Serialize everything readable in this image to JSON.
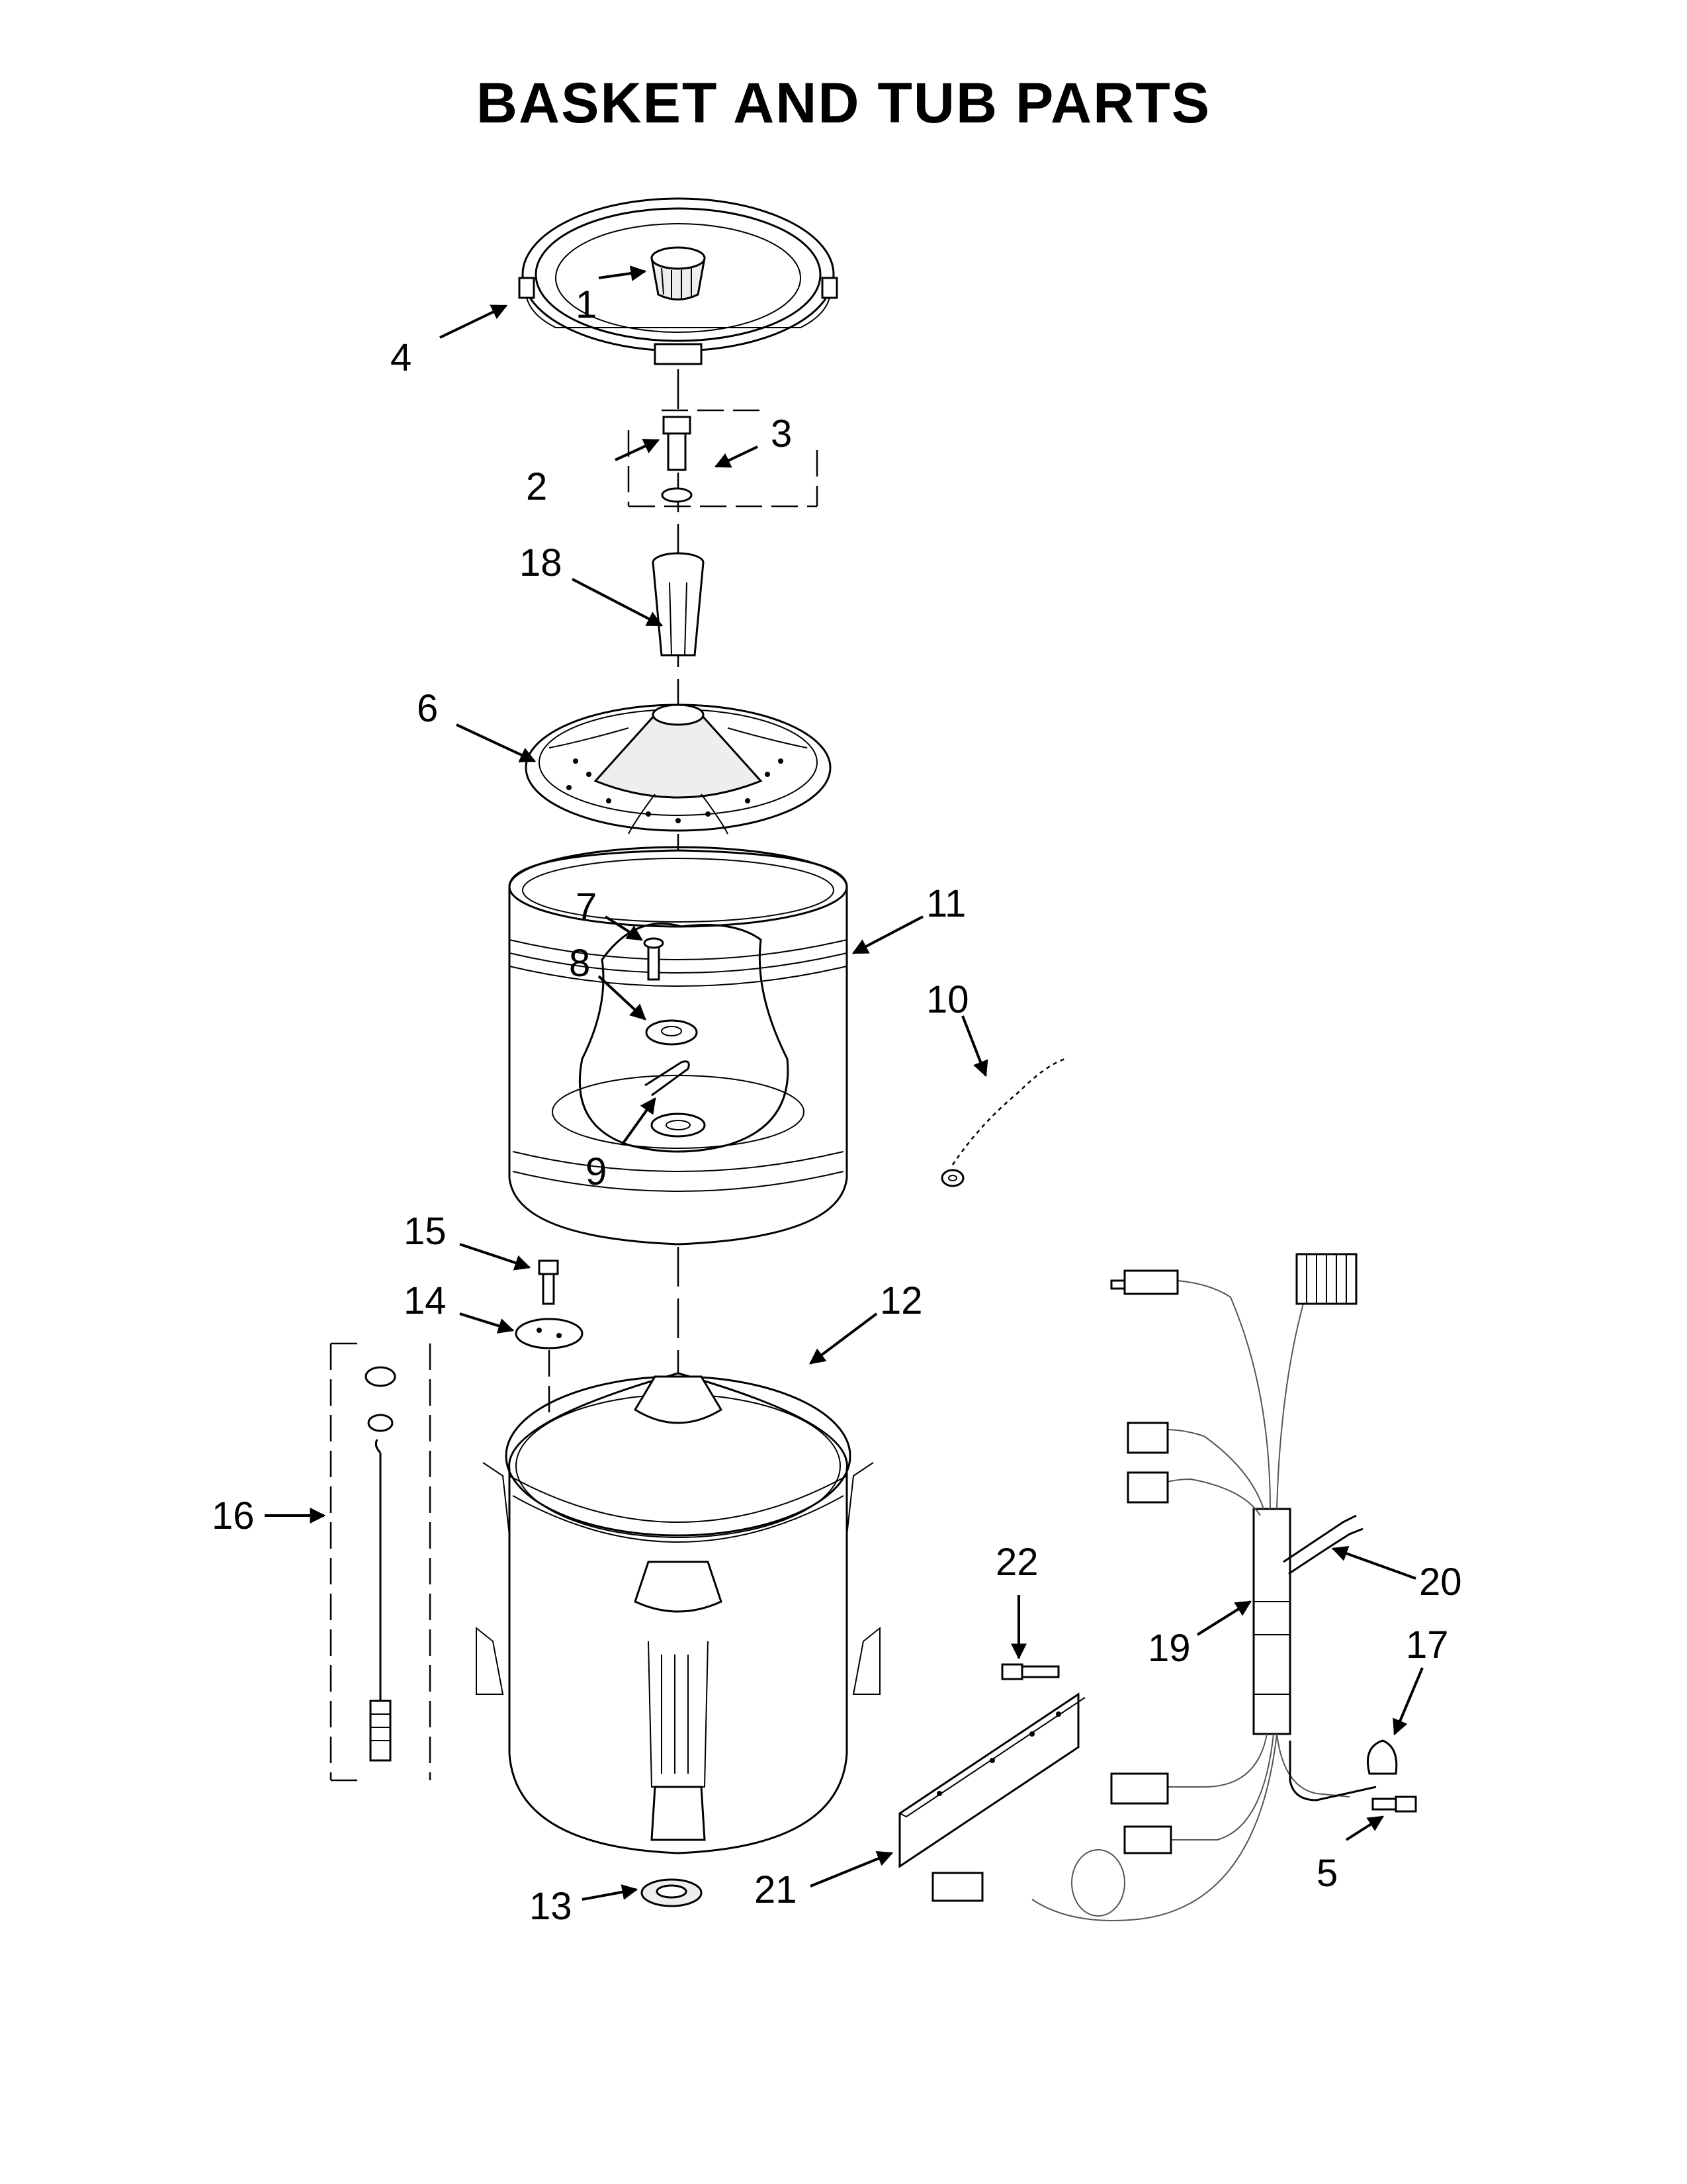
{
  "title": "BASKET AND TUB PARTS",
  "callouts": {
    "c1": "1",
    "c2": "2",
    "c3": "3",
    "c4": "4",
    "c5": "5",
    "c6": "6",
    "c7": "7",
    "c8": "8",
    "c9": "9",
    "c10": "10",
    "c11": "11",
    "c12": "12",
    "c13": "13",
    "c14": "14",
    "c15": "15",
    "c16": "16",
    "c17": "17",
    "c18": "18",
    "c19": "19",
    "c20": "20",
    "c21": "21",
    "c22": "22"
  }
}
